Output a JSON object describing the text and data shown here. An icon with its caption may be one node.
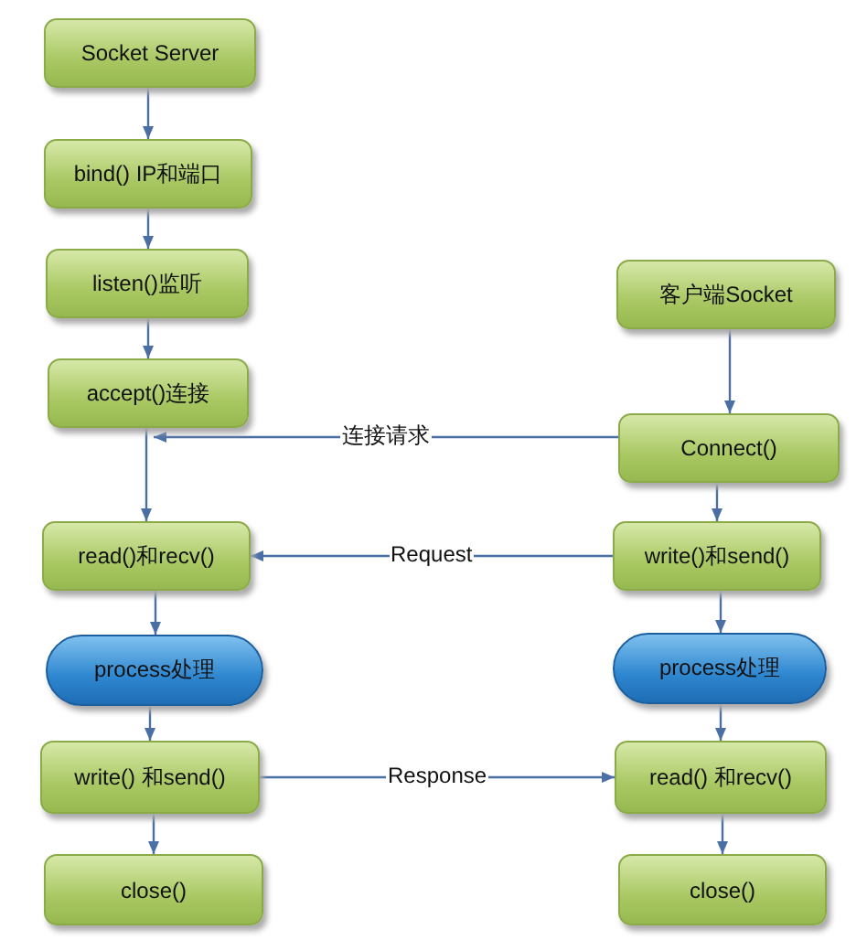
{
  "diagram": {
    "nodes": [
      {
        "text": [
          "Socket Server"
        ]
      },
      {
        "text": [
          "bind() IP和端口"
        ]
      },
      {
        "text": [
          "listen()监听"
        ]
      },
      {
        "text": [
          "accept()连接"
        ]
      },
      {
        "text": [
          "客户端Socket"
        ]
      },
      {
        "text": [
          "Connect()"
        ]
      },
      {
        "text": [
          "read()和recv()"
        ]
      },
      {
        "text": [
          "write()和send()"
        ]
      },
      {
        "text": [
          "process处理"
        ]
      },
      {
        "text": [
          "process处理"
        ]
      },
      {
        "text": [
          "write() 和send()"
        ]
      },
      {
        "text": [
          "read() 和recv()"
        ]
      },
      {
        "text": [
          "close()"
        ]
      },
      {
        "text": [
          "close()"
        ]
      }
    ],
    "edges": [
      {
        "from": 0,
        "to": 1,
        "arrow": "to"
      },
      {
        "from": 1,
        "to": 2,
        "arrow": "to"
      },
      {
        "from": 2,
        "to": 3,
        "arrow": "to"
      },
      {
        "from": 3,
        "to": 6,
        "arrow": "to"
      },
      {
        "from": 4,
        "to": 5,
        "arrow": "to"
      },
      {
        "from": 5,
        "to": 3,
        "arrow": "to",
        "label": "连接请求"
      },
      {
        "from": 5,
        "to": 7,
        "arrow": "to"
      },
      {
        "from": 7,
        "to": 6,
        "arrow": "to",
        "label": "Request"
      },
      {
        "from": 6,
        "to": 8,
        "arrow": "to"
      },
      {
        "from": 7,
        "to": 9,
        "arrow": "to"
      },
      {
        "from": 8,
        "to": 10,
        "arrow": "to"
      },
      {
        "from": 9,
        "to": 11,
        "arrow": "to"
      },
      {
        "from": 10,
        "to": 11,
        "arrow": "to",
        "label": "Response"
      },
      {
        "from": 10,
        "to": 12,
        "arrow": "to"
      },
      {
        "from": 11,
        "to": 13,
        "arrow": "to"
      }
    ]
  }
}
